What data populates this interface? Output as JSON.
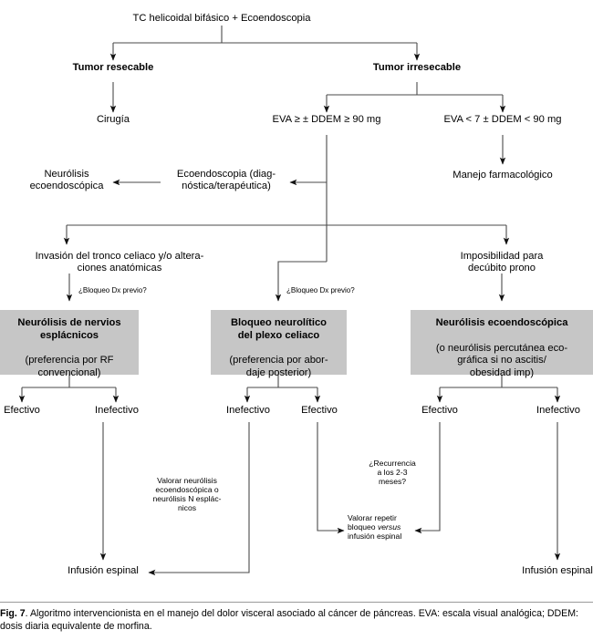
{
  "figure": {
    "id": "Fig. 7",
    "caption_label": "Fig. 7",
    "caption_text": ". Algoritmo intervencionista en el manejo del dolor visceral asociado al cáncer de páncreas. EVA: escala visual analógica; DDEM: dosis diaria equivalente de morfina.",
    "box_fill_color": "#c6c6c6",
    "line_color": "#404040",
    "text_color": "#000000"
  },
  "nodes": {
    "root": "TC helicoidal bifásico + Ecoendoscopia",
    "resectable": "Tumor resecable",
    "irresectable": "Tumor irresecable",
    "surgery": "Cirugía",
    "eva_high": "EVA ≥ ± DDEM ≥ 90 mg",
    "eva_low": "EVA < 7 ± DDEM < 90 mg",
    "pharma": "Manejo farmacológico",
    "eus": "Ecoendoscopia (diag-\nnóstica/terapéutica)",
    "eus_neurolysis": "Neurólisis\necoendoscópica",
    "celiac_invasion": "Invasión del tronco celiaco y/o altera-\nciones anatómicas",
    "prone_impossible": "Imposibilidad para\ndecúbito prono"
  },
  "edge_labels": {
    "prior_block_left": "¿Bloqueo Dx previo?",
    "prior_block_mid": "¿Bloqueo Dx previo?"
  },
  "grey_boxes": [
    {
      "id": "splanchnic",
      "head": "Neurólisis de nervios\nesplácnicos",
      "sub": "(preferencia por RF\nconvencional)"
    },
    {
      "id": "celiac-plexus",
      "head": "Bloqueo neurolítico\ndel plexo celiaco",
      "sub": "(preferencia por abor-\ndaje posterior)"
    },
    {
      "id": "eus-neurolysis",
      "head": "Neurólisis ecoendoscópica",
      "sub": "(o neurólisis percutánea eco-\ngráfica si no ascitis/\nobesidad imp)"
    }
  ],
  "outcomes": {
    "effective": "Efectivo",
    "ineffective": "Inefectivo",
    "left_box": {
      "left": "Efectivo",
      "right": "Inefectivo"
    },
    "mid_box": {
      "left": "Inefectivo",
      "right": "Efectivo"
    },
    "right_box": {
      "left": "Efectivo",
      "right": "Inefectivo"
    }
  },
  "annotations": {
    "consider_neurolysis": "Valorar neurólisis\necoendoscópica o\nneurólisis N esplác-\nnicos",
    "recurrence": "¿Recurrencia\na los 2-3\nmeses?",
    "repeat_block_pre": "Valorar repetir\nbloqueo ",
    "repeat_block_italic": "versus",
    "repeat_block_post": "\ninfusión espinal"
  },
  "terminals": {
    "spinal_infusion_left": "Infusión espinal",
    "spinal_infusion_right": "Infusión espinal"
  }
}
